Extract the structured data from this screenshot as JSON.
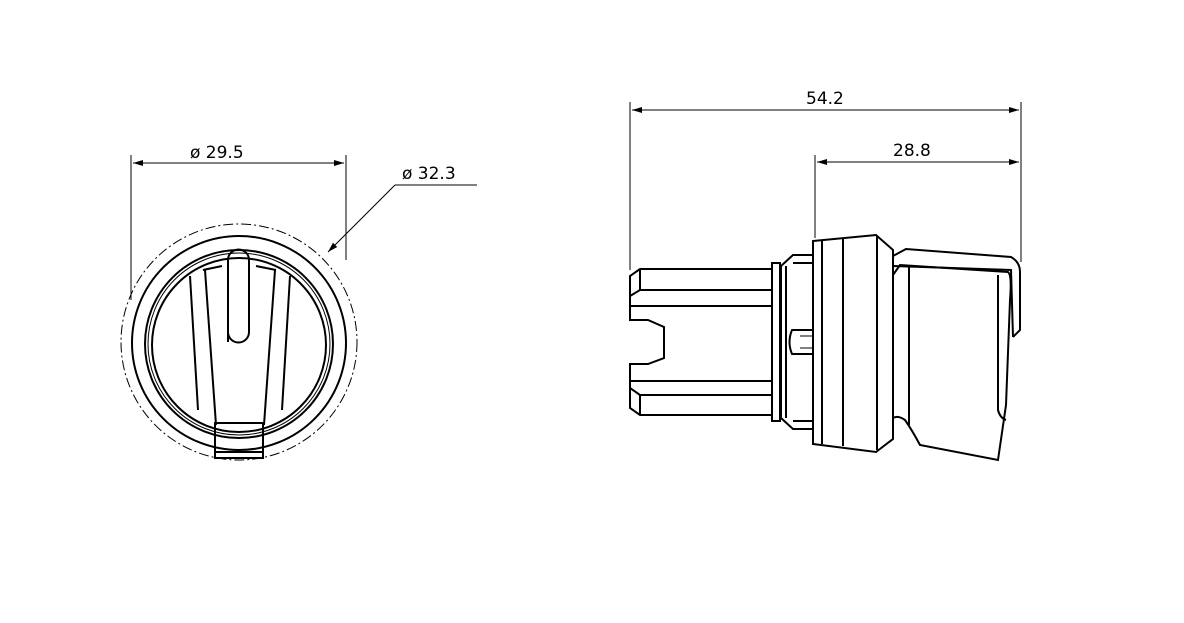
{
  "front_view": {
    "dimension_inner": "ø 29.5",
    "dimension_outer": "ø 32.3"
  },
  "side_view": {
    "dimension_total": "54.2",
    "dimension_front": "28.8"
  },
  "colors": {
    "line": "#000000",
    "background": "#ffffff"
  }
}
